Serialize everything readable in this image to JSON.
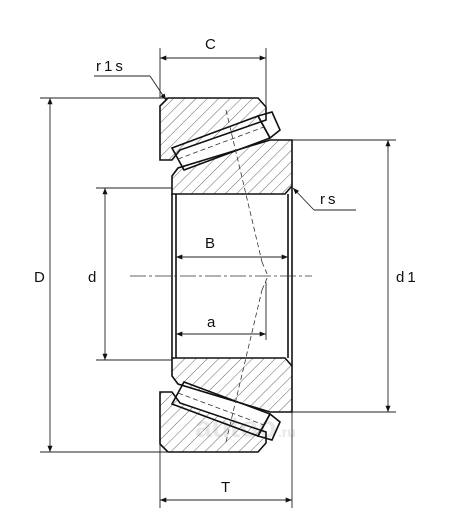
{
  "labels": {
    "C": "C",
    "r1s": "r1s",
    "rs": "rs",
    "D": "D",
    "d": "d",
    "B": "B",
    "a": "a",
    "d1": "d1",
    "T": "T"
  },
  "watermark": {
    "text": "autoo",
    "suffix": ".ru"
  },
  "colors": {
    "line": "#111111",
    "hatch": "#555555",
    "watermark": "#d9d9d9"
  }
}
